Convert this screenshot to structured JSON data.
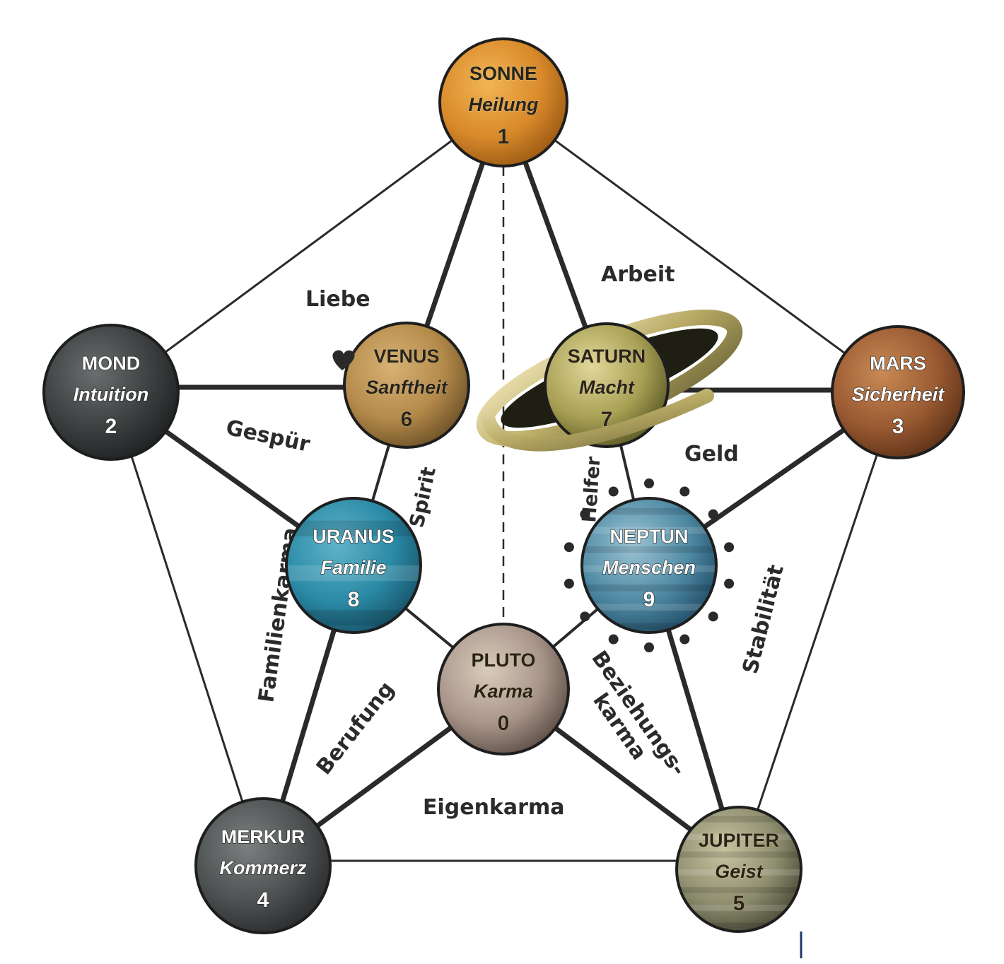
{
  "title": "Planeten-Pentagramm",
  "planets": {
    "sonne": {
      "name": "SONNE",
      "theme": "Heilung",
      "number": "1",
      "colors": [
        "#f2b552",
        "#d98a2b",
        "#9c5a14"
      ],
      "text_style": "dark"
    },
    "mond": {
      "name": "MOND",
      "theme": "Intuition",
      "number": "2",
      "colors": [
        "#6a6e6e",
        "#3c4040",
        "#1e2222"
      ],
      "text_style": "light"
    },
    "mars": {
      "name": "MARS",
      "theme": "Sicherheit",
      "number": "3",
      "colors": [
        "#c98a55",
        "#9a5a32",
        "#5e3218"
      ],
      "text_style": "light"
    },
    "merkur": {
      "name": "MERKUR",
      "theme": "Kommerz",
      "number": "4",
      "colors": [
        "#7c7f80",
        "#4e5152",
        "#2a2c2d"
      ],
      "text_style": "light"
    },
    "jupiter": {
      "name": "JUPITER",
      "theme": "Geist",
      "number": "5",
      "colors": [
        "#c7c3a0",
        "#8f8f70",
        "#4e4e3c"
      ],
      "text_style": "dark"
    },
    "venus": {
      "name": "VENUS",
      "theme": "Sanftheit",
      "number": "6",
      "colors": [
        "#d8b274",
        "#b48a4a",
        "#6e5228"
      ],
      "text_style": "dark"
    },
    "saturn": {
      "name": "SATURN",
      "theme": "Macht",
      "number": "7",
      "colors": [
        "#e2d79a",
        "#a8a054",
        "#5c5a28"
      ],
      "text_style": "dark"
    },
    "uranus": {
      "name": "URANUS",
      "theme": "Familie",
      "number": "8",
      "colors": [
        "#5fb3c8",
        "#2b8aa6",
        "#17566c"
      ],
      "text_style": "light"
    },
    "neptun": {
      "name": "NEPTUN",
      "theme": "Menschen",
      "number": "9",
      "colors": [
        "#9cc4d4",
        "#4f8aa4",
        "#24506a"
      ],
      "text_style": "light"
    },
    "pluto": {
      "name": "PLUTO",
      "theme": "Karma",
      "number": "0",
      "colors": [
        "#d9ccbc",
        "#a8958a",
        "#5e5048"
      ],
      "text_style": "dark"
    }
  },
  "edge_labels": {
    "liebe": "Liebe",
    "arbeit": "Arbeit",
    "gespuer": "Gespür",
    "geld": "Geld",
    "spirit": "Spirit",
    "helfer": "Helfer",
    "familienkarma": "Familienkarma",
    "stabilitaet": "Stabilität",
    "berufung": "Berufung",
    "beziehungskarma_1": "Beziehungs-",
    "beziehungskarma_2": "karma",
    "eigenkarma": "Eigenkarma"
  },
  "colors": {
    "line": "#2a2a2a",
    "background": "#ffffff"
  }
}
